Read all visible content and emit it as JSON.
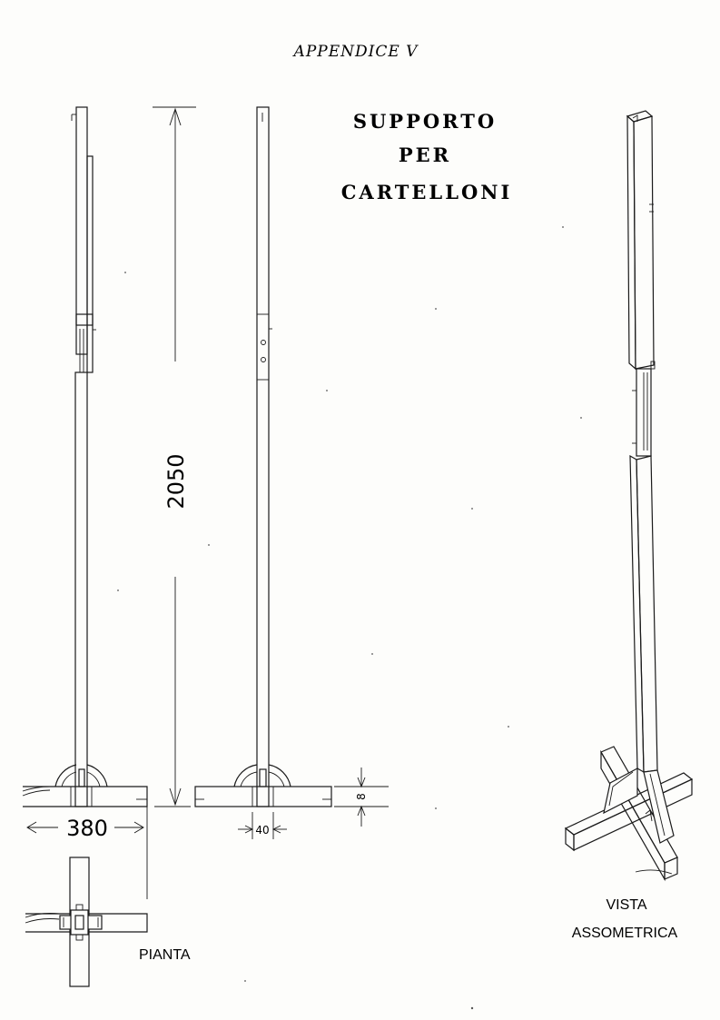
{
  "header": {
    "appendix": "APPENDICE V"
  },
  "title": {
    "line1": "SUPPORTO",
    "line2": "PER",
    "line3": "CARTELLONI"
  },
  "dimensions": {
    "height": "2050",
    "base_width": "380",
    "post_width": "40",
    "foot_height": "8"
  },
  "labels": {
    "plan": "PIANTA",
    "iso_line1": "VISTA",
    "iso_line2": "ASSOMETRICA"
  }
}
